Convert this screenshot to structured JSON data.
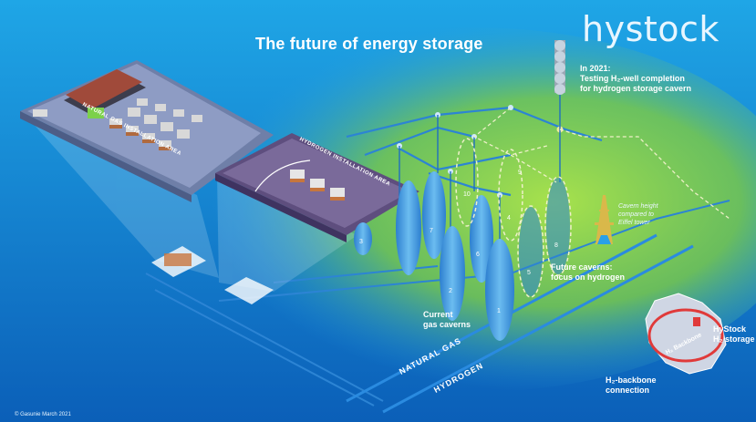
{
  "logo": "hystock",
  "title": "The future of  energy storage",
  "captions": {
    "in2021": "In 2021:",
    "testing_line1": "Testing H₂-well completion",
    "testing_line2": "for hydrogen storage cavern",
    "eiffel_line1": "Cavern height",
    "eiffel_line2": "compared to",
    "eiffel_line3": "Eiffel tower",
    "future_line1": "Future caverns:",
    "future_line2": "focus on hydrogen",
    "current_line1": "Current",
    "current_line2": "gas caverns",
    "hystock_line1": "HyStock",
    "hystock_line2": "H₂ storage",
    "backbone_line1": "H₂-backbone",
    "backbone_line2": "connection",
    "backbone_map_label": "H₂ Backbone"
  },
  "area_labels": {
    "natural_gas_area": "NATURAL GAS INSTALLATION AREA",
    "hydrogen_area": "HYDROGEN INSTALLATION AREA"
  },
  "pipeline_labels": {
    "natural_gas": "NATURAL GAS",
    "hydrogen": "HYDROGEN"
  },
  "cavern_numbers": {
    "current": [
      "1",
      "2",
      "3",
      "6",
      "7"
    ],
    "future": [
      "4",
      "5",
      "8",
      "9",
      "10"
    ]
  },
  "footer": "© Gasunie March 2021",
  "colors": {
    "sky_top": "#1fa0e3",
    "sky_bottom": "#0d6fc4",
    "grass": "#8fd64a",
    "pipeline": "#2f8fd8",
    "cavern": "#4a9fe0",
    "future_dashed": "#f4f0c8",
    "building_roof": "#f1f1f1",
    "platform_natural_gas": "#7d8cb3",
    "platform_hydrogen": "#6e5c8e"
  }
}
